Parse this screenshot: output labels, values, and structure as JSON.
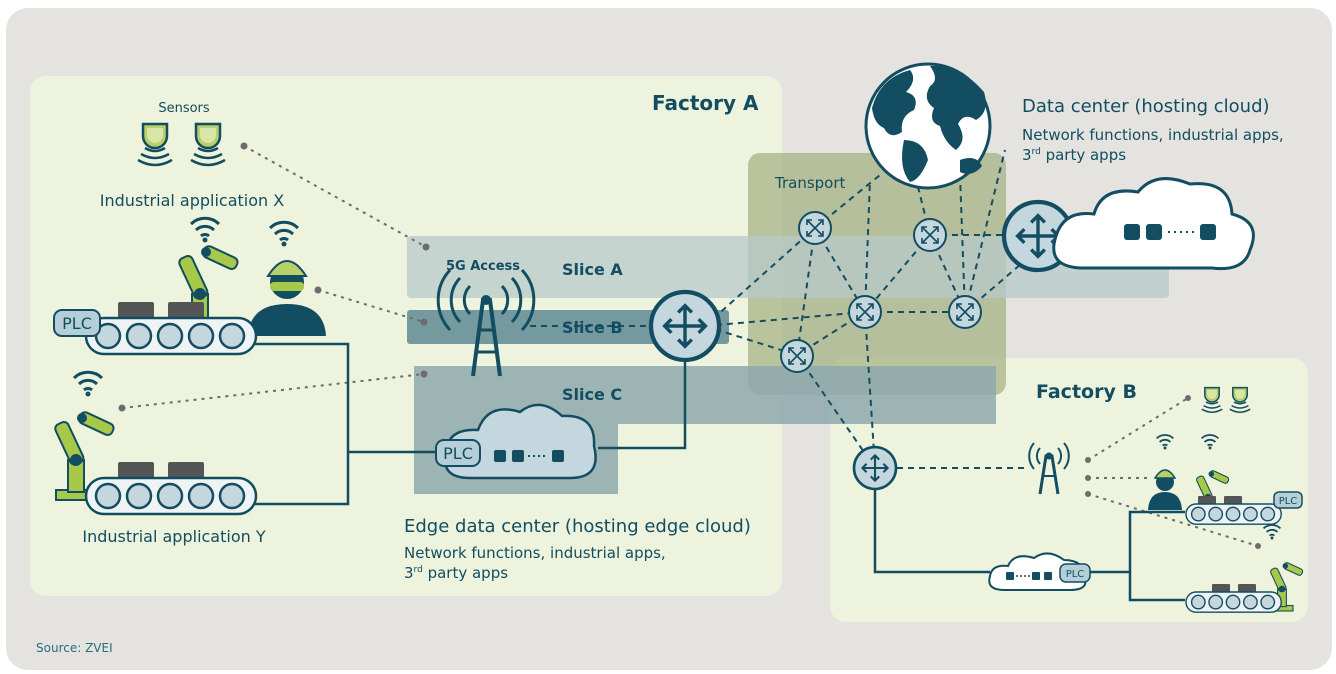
{
  "factory_a": {
    "title": "Factory A"
  },
  "factory_b": {
    "title": "Factory B"
  },
  "sensors": {
    "label": "Sensors"
  },
  "app_x": {
    "label": "Industrial application X"
  },
  "app_y": {
    "label": "Industrial application Y"
  },
  "plc": {
    "label": "PLC"
  },
  "access": {
    "label": "5G Access"
  },
  "transport": {
    "label": "Transport"
  },
  "slices": {
    "a": "Slice A",
    "b": "Slice B",
    "c": "Slice C"
  },
  "edge_dc": {
    "title": "Edge data center (hosting edge cloud)",
    "desc_line1": "Network functions, industrial apps,",
    "desc_line2_num": "3",
    "desc_line2_sup": "rd",
    "desc_line2_rest": " party apps"
  },
  "data_center": {
    "title": "Data center (hosting cloud)",
    "desc_line1": "Network functions, industrial apps,",
    "desc_line2_num": "3",
    "desc_line2_sup": "rd",
    "desc_line2_rest": " party apps"
  },
  "source": {
    "label": "Source: ZVEI"
  },
  "colors": {
    "background": "#e4e3df",
    "factory_fill": "#edf3dd",
    "teal_dark": "#134d61",
    "robot_green": "#a7c94a",
    "slice_a": "#b7c9ca",
    "slice_b": "#5e8a95",
    "slice_c": "#8ea8ae",
    "transport_fill": "#a7b385"
  },
  "icons": [
    "sensor-icon",
    "wifi-icon",
    "robot-arm-icon",
    "worker-icon",
    "conveyor-icon",
    "antenna-icon",
    "router-icon",
    "globe-icon",
    "cloud-icon"
  ]
}
